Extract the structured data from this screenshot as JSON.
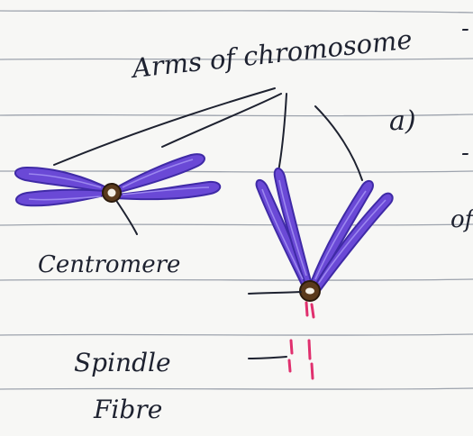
{
  "labels": {
    "arms_of_chromosome": "Arms of chromosome",
    "question_marker": "a)",
    "centromere": "Centromere",
    "spindle_fibre_line1": "Spindle",
    "spindle_fibre_line2": "Fibre"
  },
  "margin_fragments": {
    "right_edge_upper": "-",
    "right_edge_middle": "-",
    "right_edge_lower": "of"
  },
  "colors": {
    "paper": "#f7f7f5",
    "ruled_line": "#9da3ad",
    "ink": "#1e2230",
    "chromosome_fill": "#6a49d6",
    "chromosome_outline": "#3f2aa6",
    "centromere_dot": "#5a3a1c",
    "spindle_fibre": "#e0306e"
  }
}
